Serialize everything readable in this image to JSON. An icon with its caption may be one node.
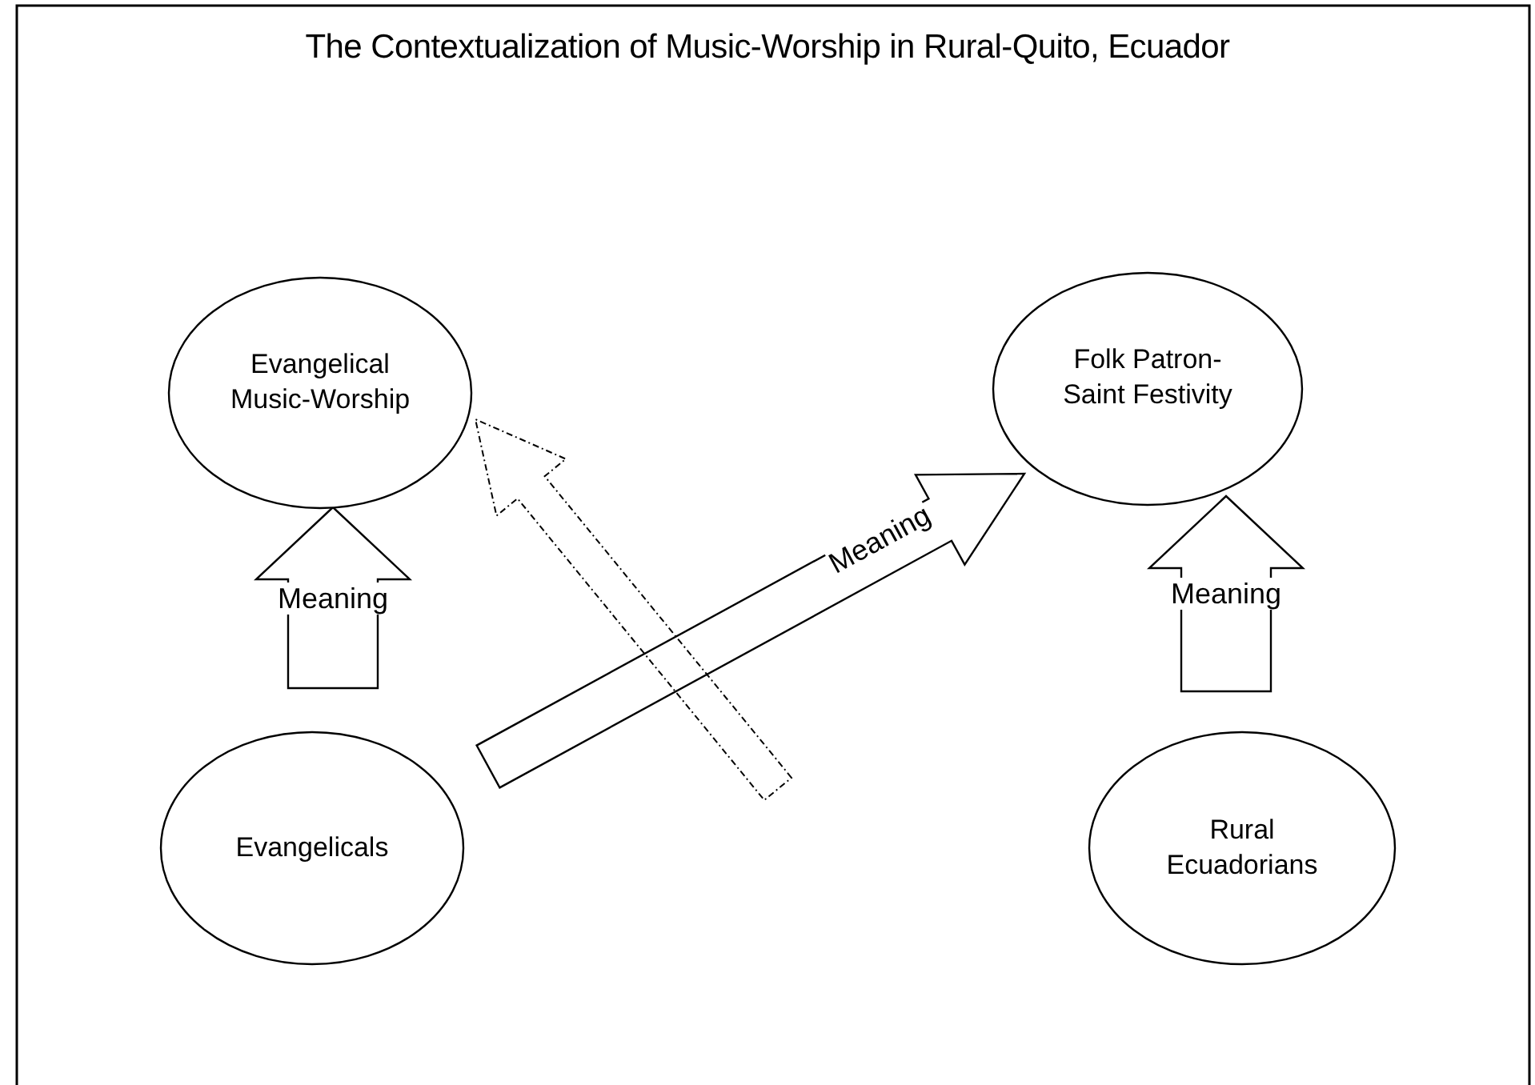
{
  "diagram": {
    "title": "The Contextualization of Music-Worship in Rural-Quito, Ecuador",
    "nodes": [
      {
        "text": [
          "Evangelical Music-Worship"
        ]
      },
      {
        "text": [
          "Folk Patron-Saint Festivity"
        ]
      },
      {
        "text": [
          "Evangelicals"
        ]
      },
      {
        "text": [
          "Rural Ecuadorians"
        ]
      }
    ],
    "edges": [
      {
        "from": 2,
        "to": 0,
        "arrow": "to",
        "label": "Meaning"
      },
      {
        "from": 2,
        "to": 1,
        "arrow": "to",
        "label": "Meaning"
      },
      {
        "from": null,
        "to": 0,
        "arrow": "to",
        "style": "dashed"
      },
      {
        "from": 3,
        "to": 1,
        "arrow": "to",
        "label": "Meaning"
      }
    ]
  }
}
